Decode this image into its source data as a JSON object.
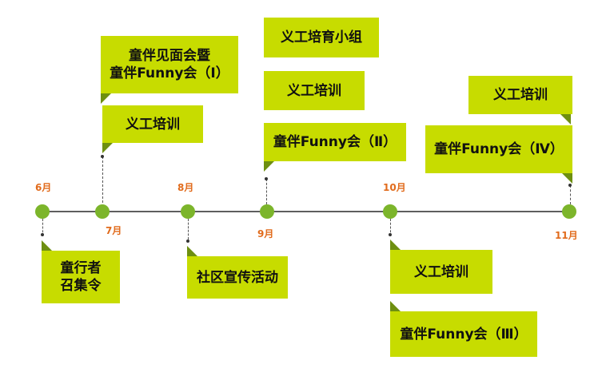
{
  "colors": {
    "node": "#7cb52b",
    "box": "#c7dc00",
    "tail": "#6e8f10",
    "month_label": "#e16b1c",
    "axis": "#5f5f5f"
  },
  "months": {
    "jun": "6月",
    "jul": "7月",
    "aug": "8月",
    "sep": "9月",
    "oct": "10月",
    "nov": "11月"
  },
  "events": {
    "recruit_line1": "童行者",
    "recruit_line2": "召集令",
    "meet_line1": "童伴见面会暨",
    "meet_line2": "童伴Funny会（Ⅰ）",
    "jul_training": "义工培训",
    "community": "社区宣传活动",
    "training_group": "义工培育小组",
    "sep_training": "义工培训",
    "funny_2": "童伴Funny会（Ⅱ）",
    "oct_training": "义工培训",
    "funny_3": "童伴Funny会（Ⅲ）",
    "nov_training": "义工培训",
    "funny_4": "童伴Funny会（Ⅳ）"
  }
}
